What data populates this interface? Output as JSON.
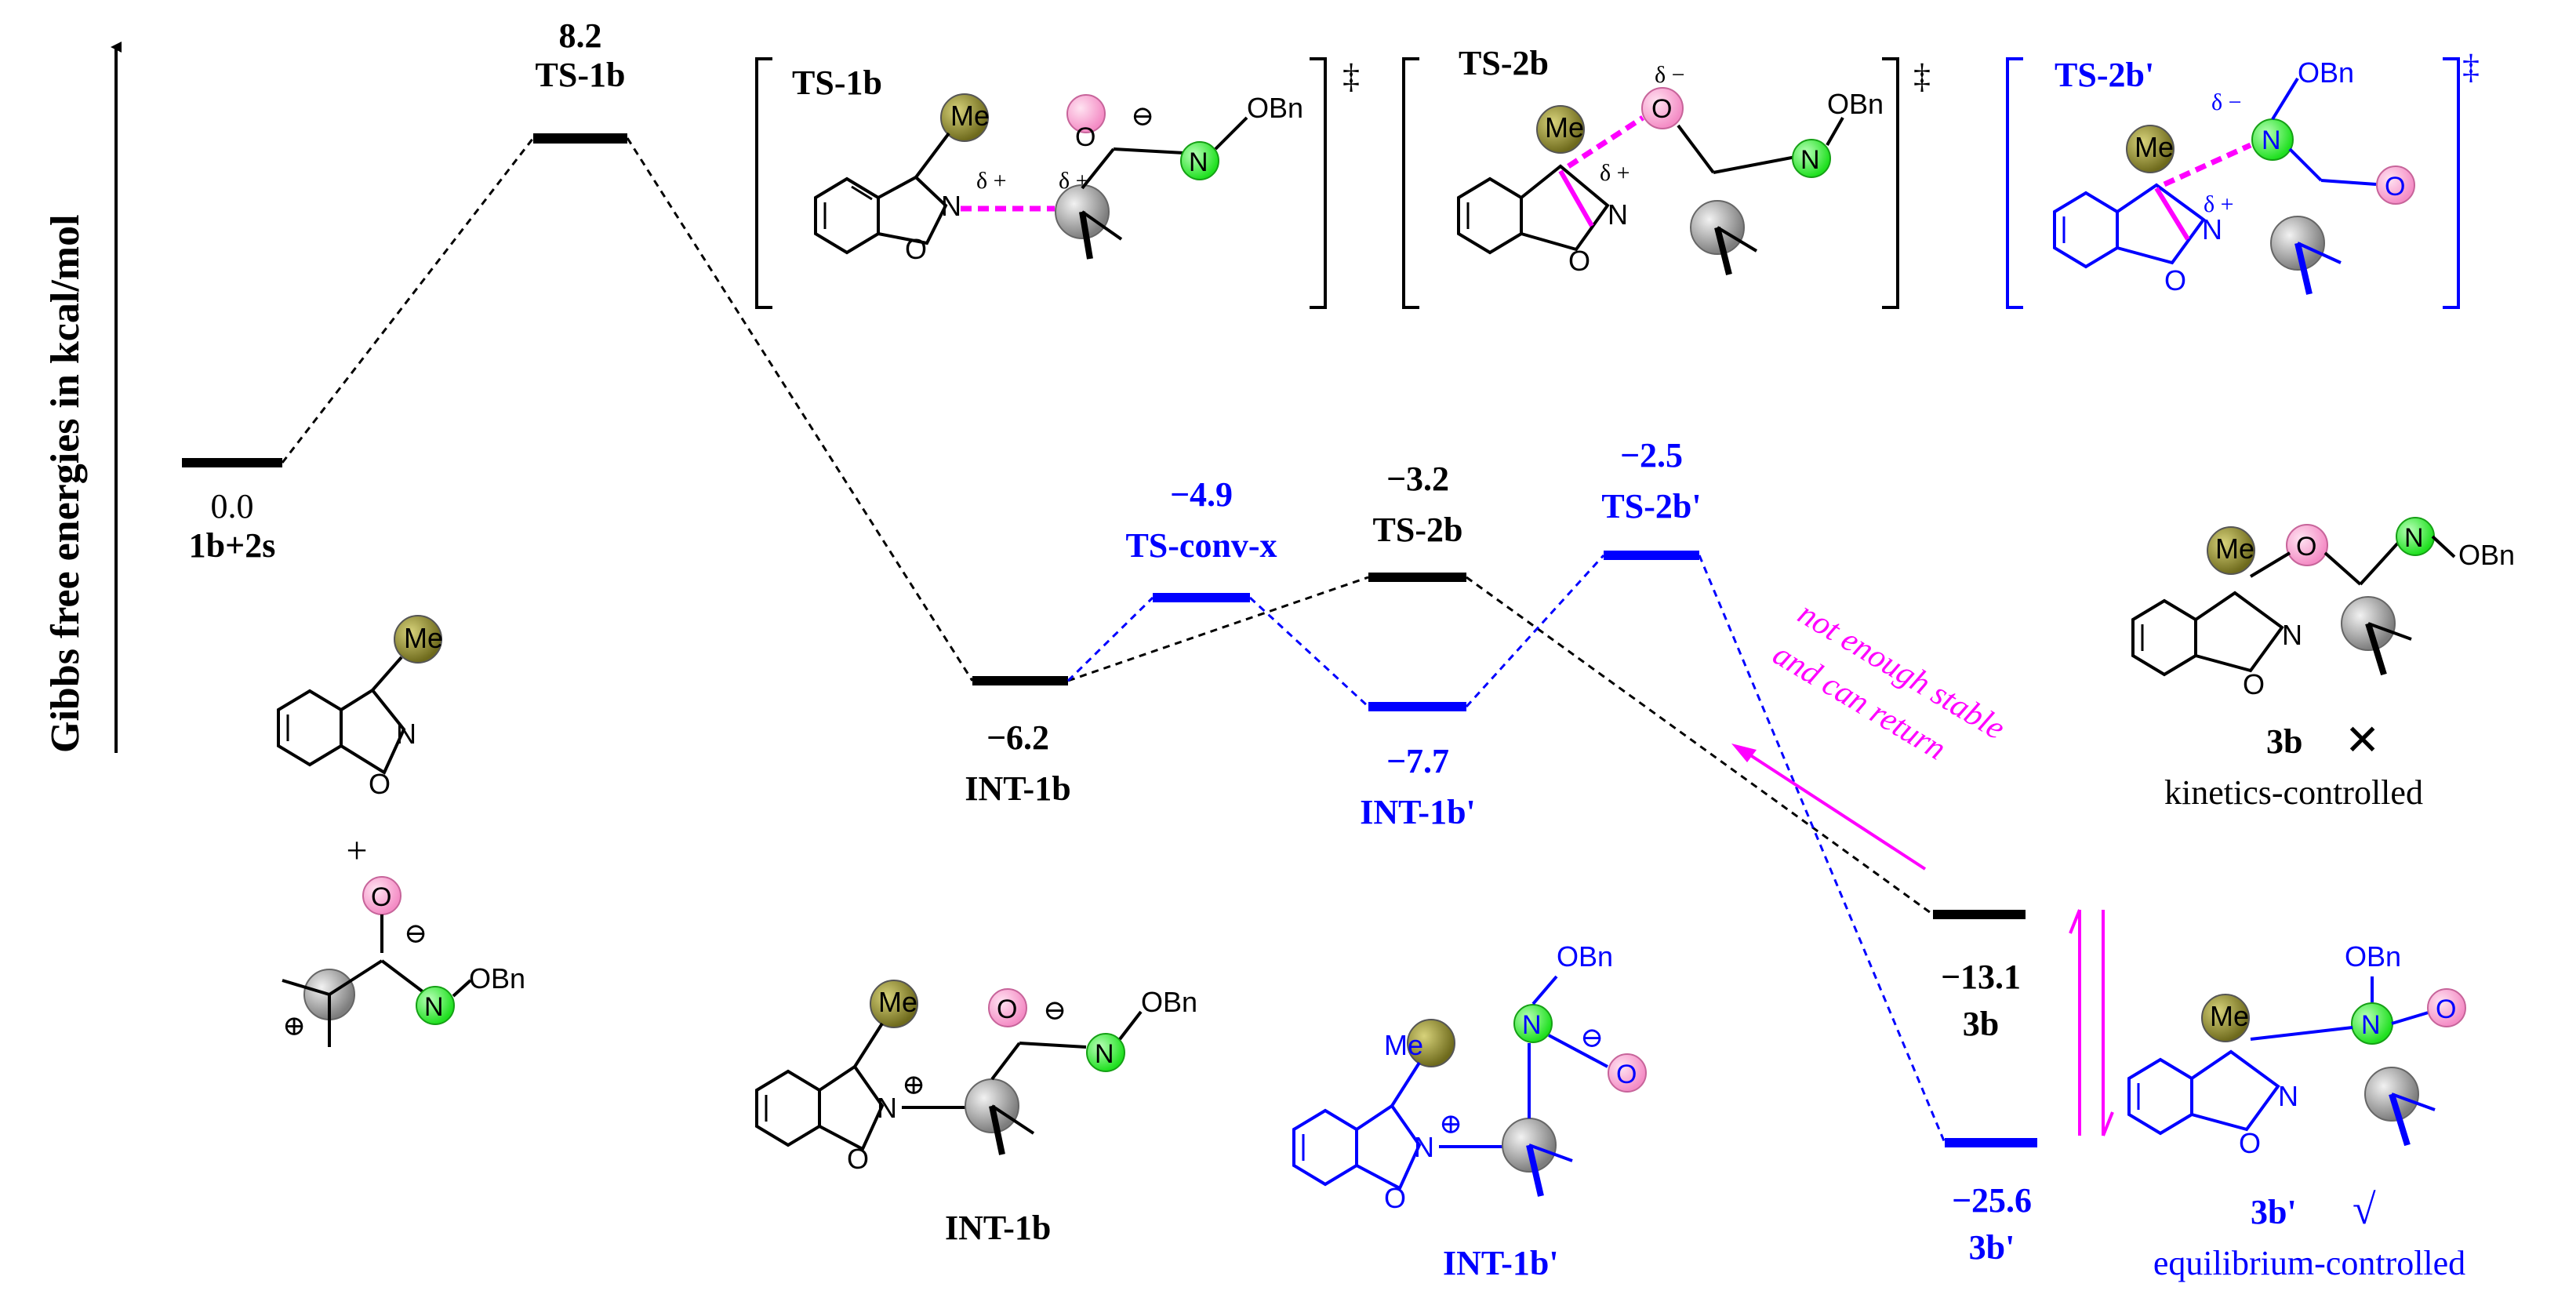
{
  "axis": {
    "ylabel": "Gibbs free energies in kcal/mol"
  },
  "colors": {
    "black": "#000000",
    "blue": "#0000ff",
    "magenta": "#ff00ff",
    "pink_atom": "#f7a6d2",
    "green_atom": "#33ff33",
    "gray_atom": "#a6a6a6",
    "olive_atom": "#8f8a2c"
  },
  "levels": {
    "start": {
      "energy": "0.0",
      "name": "1b+2s"
    },
    "ts1b": {
      "energy": "8.2",
      "name": "TS-1b"
    },
    "int1b": {
      "energy": "−6.2",
      "name": "INT-1b"
    },
    "tsconv": {
      "energy": "−4.9",
      "name": "TS-conv-x"
    },
    "ts2b": {
      "energy": "−3.2",
      "name": "TS-2b"
    },
    "int1bp": {
      "energy": "−7.7",
      "name": "INT-1b'"
    },
    "ts2bp": {
      "energy": "−2.5",
      "name": "TS-2b'"
    },
    "p3b": {
      "energy": "−13.1",
      "name": "3b"
    },
    "p3bp": {
      "energy": "−25.6",
      "name": "3b'"
    }
  },
  "structures": {
    "ts1b": {
      "label": "TS-1b",
      "me": "Me",
      "o": "O",
      "n": "N",
      "ob": "OBn",
      "ring_o": "O",
      "ring_n": "N",
      "d1": "δ +",
      "d2": "δ +",
      "minus": "⊖",
      "dagger": "‡"
    },
    "ts2b": {
      "label": "TS-2b",
      "me": "Me",
      "o": "O",
      "n": "N",
      "ob": "OBn",
      "ring_o": "O",
      "ring_n": "N",
      "d1": "δ −",
      "d2": "δ +",
      "dagger": "‡"
    },
    "ts2bp": {
      "label": "TS-2b'",
      "me": "Me",
      "o": "O",
      "n": "N",
      "ob": "OBn",
      "ring_o": "O",
      "ring_n": "N",
      "d1": "δ −",
      "d2": "δ +",
      "dagger": "‡"
    },
    "p3b": {
      "label": "3b",
      "me": "Me",
      "o": "O",
      "n": "N",
      "ob": "OBn",
      "ring_o": "O",
      "ring_n": "N",
      "mark": "✕",
      "note": "kinetics-controlled"
    },
    "p3bp": {
      "label": "3b'",
      "me": "Me",
      "o": "O",
      "n": "N",
      "ob": "OBn",
      "ring_o": "O",
      "ring_n": "N",
      "mark": "√",
      "note": "equilibrium-controlled"
    },
    "reactant1": {
      "me": "Me",
      "n": "N",
      "o": "O"
    },
    "plus": "+",
    "reactant2": {
      "o": "O",
      "n": "N",
      "ob": "OBn",
      "minus": "⊖",
      "plus": "⊕"
    },
    "int1b": {
      "label": "INT-1b",
      "me": "Me",
      "o": "O",
      "n": "N",
      "ob": "OBn",
      "ring_o": "O",
      "ring_n": "N",
      "plus": "⊕",
      "minus": "⊖"
    },
    "int1bp": {
      "label": "INT-1b'",
      "me": "Me",
      "o": "O",
      "n": "N",
      "ob": "OBn",
      "ring_o": "O",
      "ring_n": "N",
      "plus": "⊕",
      "minus": "⊖"
    }
  },
  "annotation": {
    "line1": "not enough stable",
    "line2": "and can return"
  }
}
